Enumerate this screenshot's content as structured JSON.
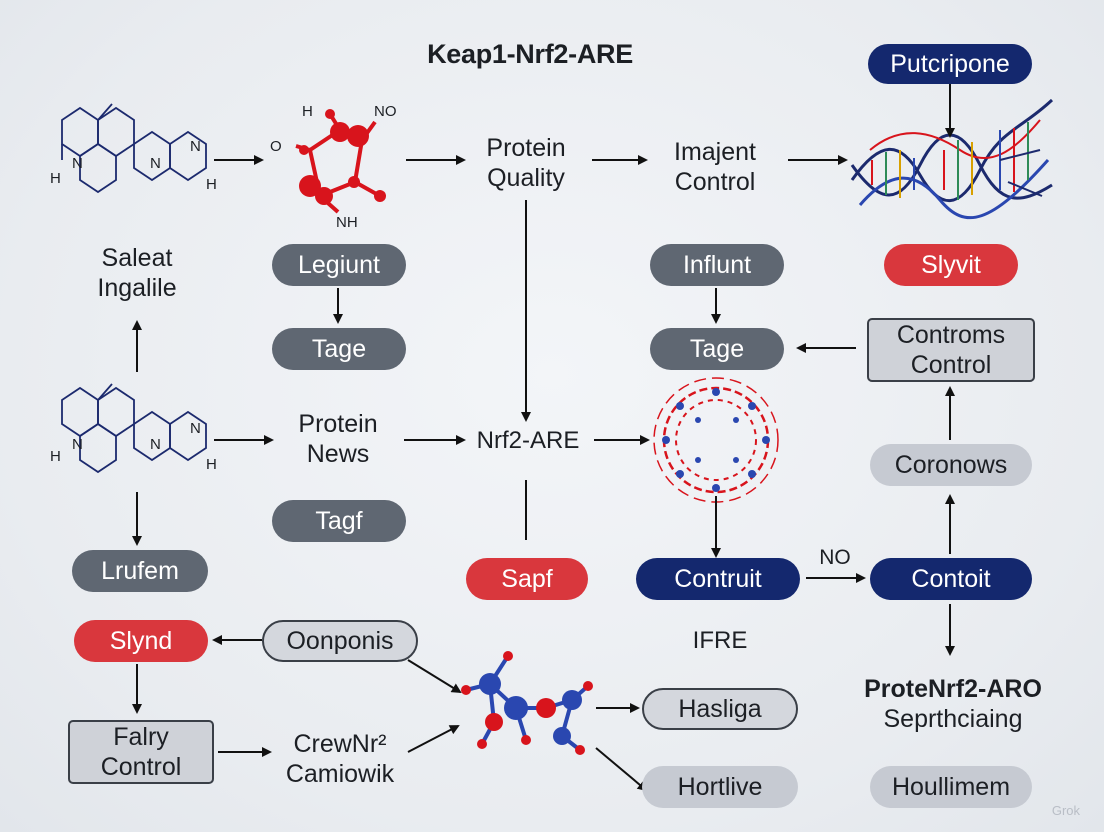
{
  "title": "Keap1-Nrf2-ARE",
  "row1": {
    "protein_quality": [
      "Protein",
      "Quality"
    ],
    "imajent_control": [
      "Imajent",
      "Control"
    ],
    "putcripone": "Putcripone"
  },
  "left": {
    "saleat": [
      "Saleat",
      "Ingalile"
    ],
    "lrufem": "Lrufem"
  },
  "pills": {
    "legiunt": "Legiunt",
    "tage_left": "Tage",
    "tagf": "Tagf",
    "influnt": "Influnt",
    "tage_right": "Tage",
    "slyvit": "Slyvit",
    "sapf": "Sapf",
    "coronows": "Coronows",
    "contruit": "Contruit",
    "contoit": "Contoit",
    "slynd": "Slynd",
    "oonponis": "Oonponis",
    "hasliga": "Hasliga",
    "hortlive": "Hortlive",
    "houllimem": "Houllimem"
  },
  "boxes": {
    "controms": [
      "Controms",
      "Control"
    ],
    "falry": [
      "Falry",
      "Control"
    ]
  },
  "middle": {
    "protein_news": [
      "Protein",
      "News"
    ],
    "nrf2_are": "Nrf2-ARE",
    "ifre": "IFRE",
    "no_label": "NO",
    "crewnr": [
      "CrewNr²",
      "Camiowik"
    ],
    "protenrf2": "ProteNrf2-ARO",
    "septhciaing": "Seprthciaing"
  },
  "molecule_labels": {
    "h1": "H",
    "h2": "H",
    "n1": "N",
    "n2": "N",
    "n3": "N",
    "h3": "H",
    "h4": "H",
    "n4": "N",
    "n5": "N",
    "n6": "N",
    "h5": "H",
    "o": "O",
    "no": "NO",
    "nh": "NH"
  },
  "colors": {
    "gray_pill": "#5f6772",
    "red_pill": "#d9373d",
    "navy_pill": "#14286e",
    "light_pill": "#c6cad2",
    "atom_red": "#d8141c",
    "atom_blue": "#2a47b0",
    "bond_navy": "#1c2a6e"
  },
  "watermark": "Grok"
}
